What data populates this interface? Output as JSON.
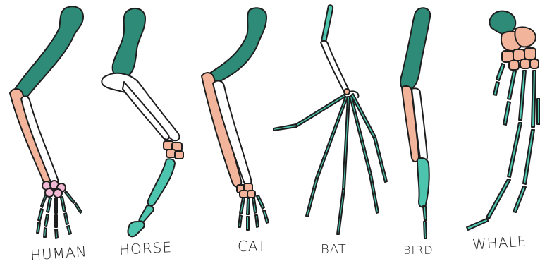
{
  "labels": {
    "human": "HUMAN",
    "horse": "HORSE",
    "cat": "CAT",
    "bat": "BAT",
    "bird": "BIRD",
    "whale": "WHALE"
  },
  "colors": {
    "humerus": "#2e8b77",
    "radius": "#f2b49a",
    "ulna": "#ffffff",
    "carpals_human": "#f1b9d4",
    "digits": "#4cc4ae",
    "outline": "#1e1e1e"
  }
}
